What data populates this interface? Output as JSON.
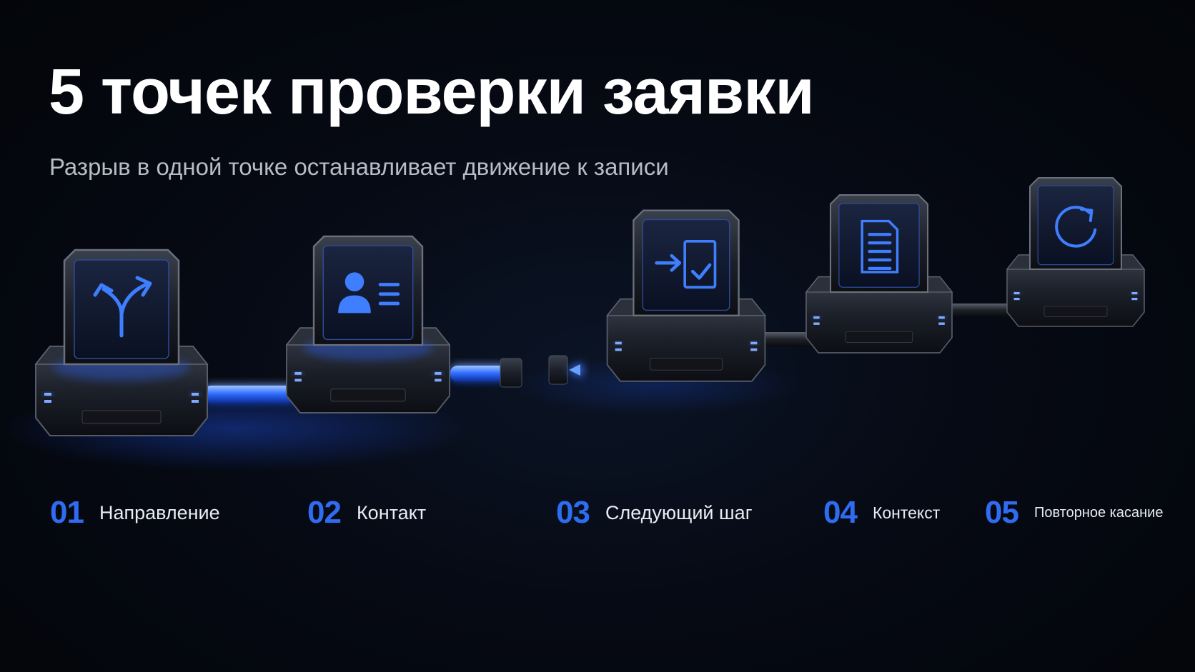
{
  "title": "5 точек проверки заявки",
  "subtitle": "Разрыв в одной точке останавливает движение к записи",
  "accent_color": "#2f6cf2",
  "steps": [
    {
      "number": "01",
      "label": "Направление",
      "icon": "branch-arrow-icon"
    },
    {
      "number": "02",
      "label": "Контакт",
      "icon": "contact-card-icon"
    },
    {
      "number": "03",
      "label": "Следующий шаг",
      "icon": "clipboard-check-icon"
    },
    {
      "number": "04",
      "label": "Контекст",
      "icon": "document-icon"
    },
    {
      "number": "05",
      "label": "Повторное касание",
      "icon": "refresh-icon"
    }
  ]
}
